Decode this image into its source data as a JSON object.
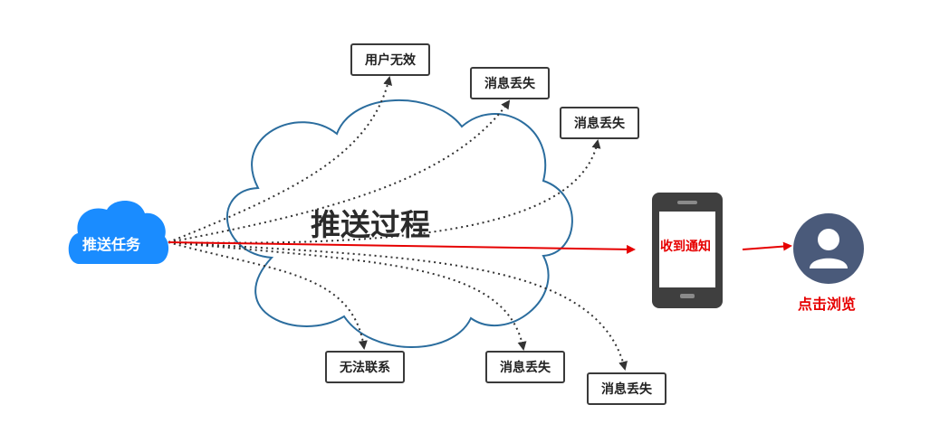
{
  "title": "推送过程",
  "source": {
    "label": "推送任务",
    "color": "#1a8cff",
    "icon": "cloud-icon"
  },
  "destination": {
    "label": "收到通知",
    "color": "#e60000",
    "icon": "smartphone-icon"
  },
  "user": {
    "label": "点击浏览",
    "color": "#e60000",
    "icon": "user-avatar-icon"
  },
  "failures": [
    {
      "label": "用户无效"
    },
    {
      "label": "消息丢失"
    },
    {
      "label": "消息丢失"
    },
    {
      "label": "无法联系"
    },
    {
      "label": "消息丢失"
    },
    {
      "label": "消息丢失"
    }
  ],
  "colors": {
    "cloud_outline": "#2b6d9e",
    "phone": "#3f3f3f",
    "avatar": "#4a5a7a",
    "arrow": "#e60000",
    "dotted": "#333333"
  }
}
